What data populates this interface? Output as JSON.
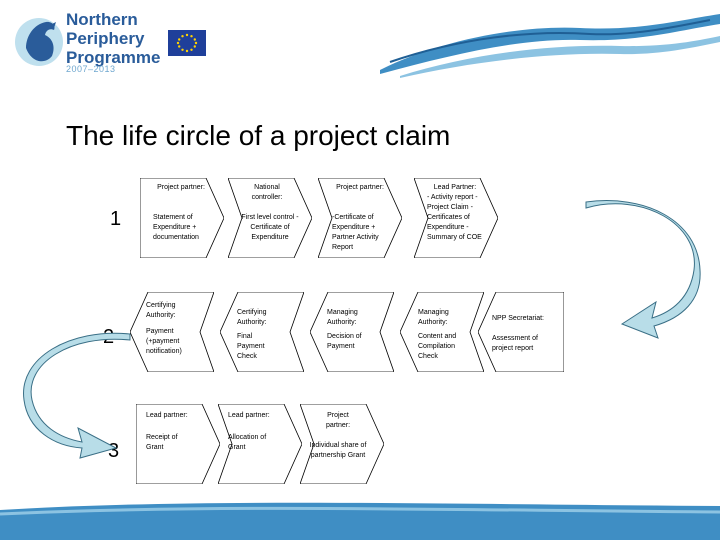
{
  "header": {
    "logo_line1": "Northern",
    "logo_line2": "Periphery",
    "logo_line3": "Programme",
    "logo_years": "2007–2013"
  },
  "title": "The life circle of a project claim",
  "colors": {
    "arrow_fill": "#ffffff",
    "arrow_stroke": "#000000",
    "flow_arrow_fill": "#b8dde8",
    "flow_arrow_stroke": "#3a6f86",
    "brand_blue": "#2a5c9a",
    "swoosh_blue": "#3f8ec4"
  },
  "rows": [
    {
      "number": "1",
      "steps": [
        {
          "head": "Project partner:",
          "body": "Statement of Expenditure + documentation"
        },
        {
          "head": "National controller:",
          "body": "First level control - Certificate of Expenditure"
        },
        {
          "head": "Project partner:",
          "body": "-Certificate of Expenditure + Partner Activity Report"
        },
        {
          "head": "Lead Partner:",
          "body": "- Activity report - Project Claim - Certificates of Expenditure - Summary of COE"
        }
      ]
    },
    {
      "number": "2",
      "steps": [
        {
          "head": "Certifying Authority:",
          "body": "Payment (+payment notification)"
        },
        {
          "head": "Certifying Authority:",
          "body": "Final Payment Check"
        },
        {
          "head": "Managing Authority:",
          "body": "Decision of Payment"
        },
        {
          "head": "Managing Authority:",
          "body": "Content and Compilation Check"
        },
        {
          "head": "NPP Secretariat:",
          "body": "Assessment of project report"
        }
      ]
    },
    {
      "number": "3",
      "steps": [
        {
          "head": "Lead partner:",
          "body": "Receipt of Grant"
        },
        {
          "head": "Lead partner:",
          "body": "Allocation of Grant"
        },
        {
          "head": "Project partner:",
          "body": "Individual share of partnership Grant"
        }
      ]
    }
  ]
}
